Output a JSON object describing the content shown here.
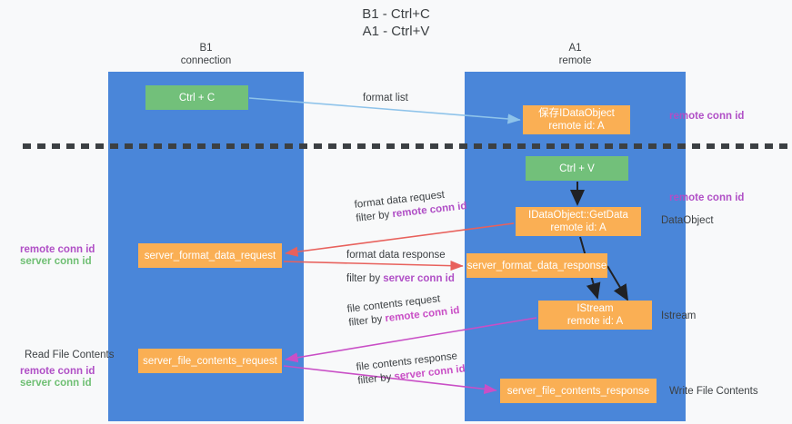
{
  "title": {
    "line1": "B1 - Ctrl+C",
    "line2": "A1 - Ctrl+V"
  },
  "lanes": [
    {
      "id": "b1",
      "name": "B1",
      "role": "connection"
    },
    {
      "id": "a1",
      "name": "A1",
      "role": "remote"
    }
  ],
  "nodes": {
    "ctrl_c": {
      "line1": "Ctrl + C",
      "line2": "",
      "color": "#72c07a"
    },
    "idataobject_remote": {
      "line1": "保存IDataObject",
      "line2": "remote id: A",
      "color": "#faaf54"
    },
    "ctrl_v": {
      "line1": "Ctrl + V",
      "line2": "",
      "color": "#72c07a"
    },
    "getdata": {
      "line1": "IDataObject::GetData",
      "line2": "remote id: A",
      "color": "#faaf54"
    },
    "server_format_data_request": {
      "line1": "server_format_data_request",
      "line2": "",
      "color": "#faaf54"
    },
    "server_format_data_response": {
      "line1": "server_format_data_response",
      "line2": "",
      "color": "#faaf54"
    },
    "istream": {
      "line1": "IStream",
      "line2": "remote id: A",
      "color": "#faaf54"
    },
    "server_file_contents_request": {
      "line1": "server_file_contents_request",
      "line2": "",
      "color": "#faaf54"
    },
    "server_file_contents_response": {
      "line1": "server_file_contents_response",
      "line2": "",
      "color": "#faaf54"
    }
  },
  "edges": {
    "format_list": "format list",
    "format_data_request": "format data request",
    "format_data_request_filter_prefix": "filter by ",
    "format_data_request_filter_key": "remote conn id",
    "format_data_response": "format data response",
    "format_data_response_filter_prefix": "filter by ",
    "format_data_response_filter_key": "server conn id",
    "file_contents_request": "file contents request",
    "file_contents_request_filter_prefix": "filter by ",
    "file_contents_request_filter_key": "remote conn id",
    "file_contents_response": "file contents response",
    "file_contents_response_filter_prefix": "filter by ",
    "file_contents_response_filter_key": "server conn id"
  },
  "annotations": {
    "right_remote_conn_id_top": "remote conn id",
    "right_remote_conn_id_mid": "remote conn id",
    "right_dataobject": "DataObject",
    "right_istream": "Istream",
    "right_write_file_contents": "Write File Contents",
    "left_read_file_contents": "Read File Contents",
    "left_remote_conn_id_mid": "remote conn id",
    "left_server_conn_id_mid": "server conn id",
    "left_remote_conn_id_bottom": "remote conn id",
    "left_server_conn_id_bottom": "server conn id"
  },
  "colors": {
    "lane": "#4a86d9",
    "node_green": "#72c07a",
    "node_orange": "#faaf54",
    "purple": "#b04fc6",
    "green_text": "#6fbf73",
    "arrow_blue": "#8ec3ea",
    "arrow_red": "#e8615c",
    "arrow_magenta": "#c94fc6",
    "arrow_black": "#202124",
    "background": "#f8f9fa"
  }
}
